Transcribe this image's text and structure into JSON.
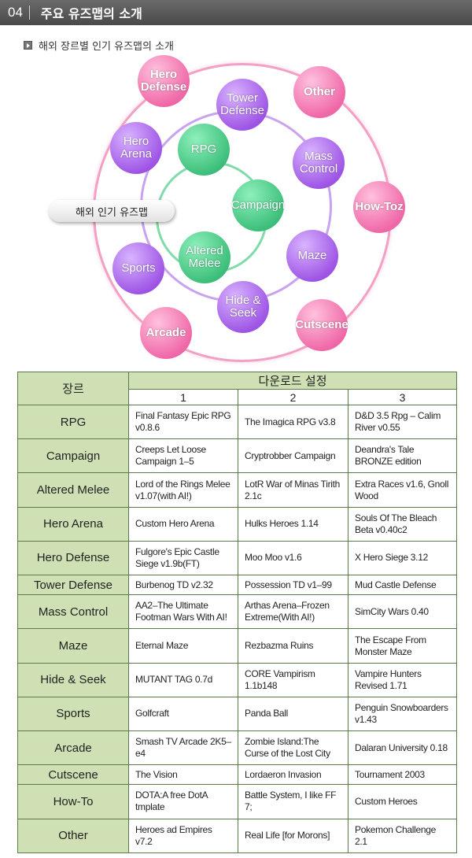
{
  "header": {
    "number": "04",
    "title": "주요 유즈맵의 소개"
  },
  "subheading": "해외 장르별 인기 유즈맵의 소개",
  "diagram": {
    "center_label": "해외 인기 유즈맵",
    "inner_ring": [
      "RPG",
      "Campaign",
      "Altered Melee"
    ],
    "middle_ring": [
      "Hero Arena",
      "Tower Defense",
      "Mass Control",
      "Maze",
      "Hide & Seek",
      "Sports"
    ],
    "outer_ring": [
      "Hero Defense",
      "Other",
      "How-Toz",
      "Cutscene",
      "Arcade"
    ]
  },
  "table": {
    "genre_header": "장르",
    "download_header": "다운로드 설정",
    "columns": [
      "1",
      "2",
      "3"
    ],
    "rows": [
      {
        "genre": "RPG",
        "maps": [
          "Final Fantasy Epic RPG v0.8.6",
          "The Imagica RPG v3.8",
          "D&D 3.5 Rpg – Calim River v0.55"
        ]
      },
      {
        "genre": "Campaign",
        "maps": [
          "Creeps Let Loose Campaign 1–5",
          "Cryptrobber Campaign",
          "Deandra's Tale BRONZE edition"
        ]
      },
      {
        "genre": "Altered Melee",
        "maps": [
          "Lord of the Rings Melee v1.07(with AI!)",
          "LotR War of Minas Tirith 2.1c",
          "Extra Races v1.6, Gnoll Wood"
        ]
      },
      {
        "genre": "Hero Arena",
        "maps": [
          "Custom Hero Arena",
          "Hulks Heroes 1.14",
          "Souls Of The Bleach Beta v0.40c2"
        ]
      },
      {
        "genre": "Hero Defense",
        "maps": [
          "Fulgore's Epic Castle Siege v1.9b(FT)",
          "Moo Moo v1.6",
          "X Hero Siege 3.12"
        ]
      },
      {
        "genre": "Tower Defense",
        "maps": [
          "Burbenog TD v2.32",
          "Possession TD v1–99",
          "Mud Castle Defense"
        ]
      },
      {
        "genre": "Mass Control",
        "maps": [
          "AA2–The Ultimate Footman Wars With AI!",
          "Arthas Arena–Frozen Extreme(With AI!)",
          "SimCity Wars 0.40"
        ]
      },
      {
        "genre": "Maze",
        "maps": [
          "Eternal Maze",
          "Rezbazma Ruins",
          "The Escape From Monster Maze"
        ]
      },
      {
        "genre": "Hide & Seek",
        "maps": [
          "MUTANT TAG 0.7d",
          "CORE Vampirism 1.1b148",
          "Vampire Hunters Revised 1.71"
        ]
      },
      {
        "genre": "Sports",
        "maps": [
          "Golfcraft",
          "Panda Ball",
          "Penguin Snowboarders v1.43"
        ]
      },
      {
        "genre": "Arcade",
        "maps": [
          "Smash TV Arcade 2K5–e4",
          "Zombie Island:The Curse of the Lost City",
          "Dalaran University 0.18"
        ]
      },
      {
        "genre": "Cutscene",
        "maps": [
          "The Vision",
          "Lordaeron Invasion",
          "Tournament 2003"
        ]
      },
      {
        "genre": "How-To",
        "maps": [
          "DOTA:A free DotA tmplate",
          "Battle System, I like FF 7;",
          "Custom Heroes"
        ]
      },
      {
        "genre": "Other",
        "maps": [
          "Heroes ad Empires v7.2",
          "Real Life [for Morons]",
          "Pokemon Challenge 2.1"
        ]
      }
    ]
  },
  "colors": {
    "green": "#3fc07c",
    "purple": "#a057e6",
    "pink": "#f06aa9",
    "table_header": "#cfe1b4"
  }
}
